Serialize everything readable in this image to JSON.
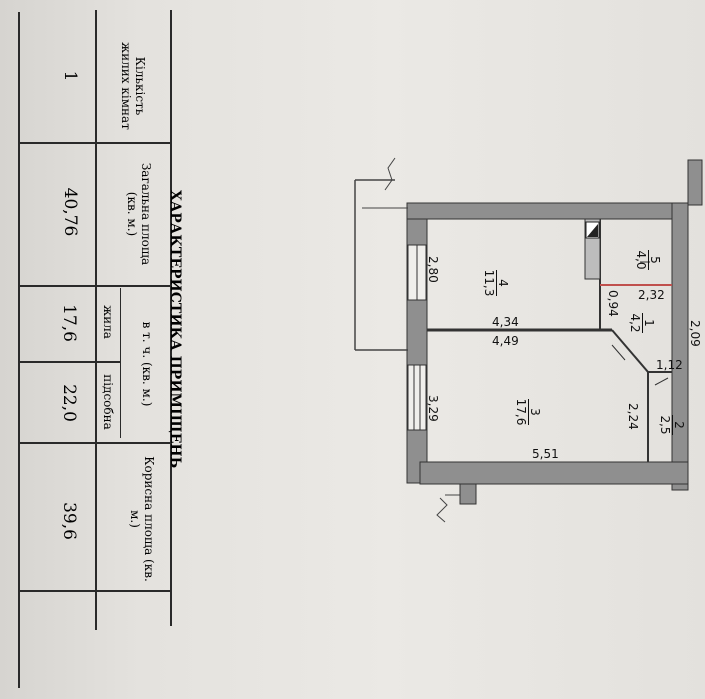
{
  "table": {
    "title": "ХАРАКТЕРИСТИКА ПРИМІЩЕНЬ",
    "headers": {
      "rooms": "Кількість жилих кімнат",
      "total": "Загальна площа (кв. м.)",
      "incl": "в т. ч. (кв. м.)",
      "living": "жила",
      "aux": "підсобна",
      "useful": "Корисна площа (кв. м.)"
    },
    "row": {
      "rooms": "1",
      "total": "40,76",
      "living": "17,6",
      "aux": "22,0",
      "useful": "39,6"
    }
  },
  "plan": {
    "rooms": [
      {
        "num": "5",
        "area": "4,0"
      },
      {
        "num": "4",
        "area": "11,3"
      },
      {
        "num": "1",
        "area": "4,2"
      },
      {
        "num": "3",
        "area": "17,6"
      },
      {
        "num": "2",
        "area": "2,5"
      }
    ],
    "dims": {
      "d280": "2,80",
      "d434": "4,34",
      "d449": "4,49",
      "d329": "3,29",
      "d551": "5,51",
      "d232": "2,32",
      "d209": "2,09",
      "d094": "0,94",
      "d112": "1,12",
      "d224": "2,24"
    }
  }
}
